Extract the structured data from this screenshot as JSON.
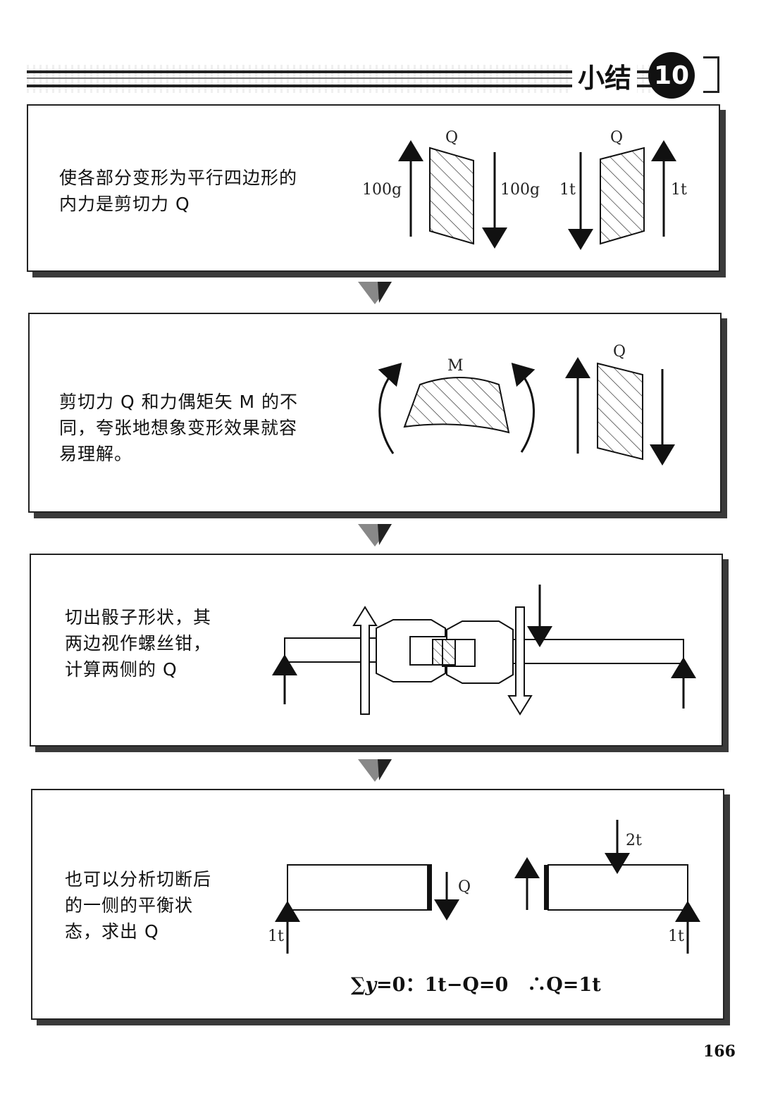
{
  "header": {
    "title": "小结",
    "chapter_number": "10"
  },
  "panels": [
    {
      "text_lines": [
        "使各部分变形为平行四边形的",
        "内力是剪切力 Q"
      ],
      "labels": {
        "q_left": "Q",
        "q_right": "Q",
        "force_left_up": "100g",
        "force_left_down": "100g",
        "force_right_down": "1t",
        "force_right_up": "1t"
      }
    },
    {
      "text_lines": [
        "剪切力 Q 和力偶矩矢 M 的不",
        "同，夸张地想象变形效果就容",
        "易理解。"
      ],
      "labels": {
        "m": "M",
        "q": "Q"
      }
    },
    {
      "text_lines": [
        "切出骰子形状，其",
        "两边视作螺丝钳，",
        "计算两侧的 Q"
      ]
    },
    {
      "text_lines": [
        "也可以分析切断后",
        "的一侧的平衡状",
        "态，求出 Q"
      ],
      "labels": {
        "load": "2t",
        "q": "Q",
        "reaction_left": "1t",
        "reaction_right": "1t"
      },
      "equation": {
        "sum": "∑",
        "var": "y",
        "rest": "=0：1t−Q=0　∴Q=1t"
      }
    }
  ],
  "page_number": "166"
}
